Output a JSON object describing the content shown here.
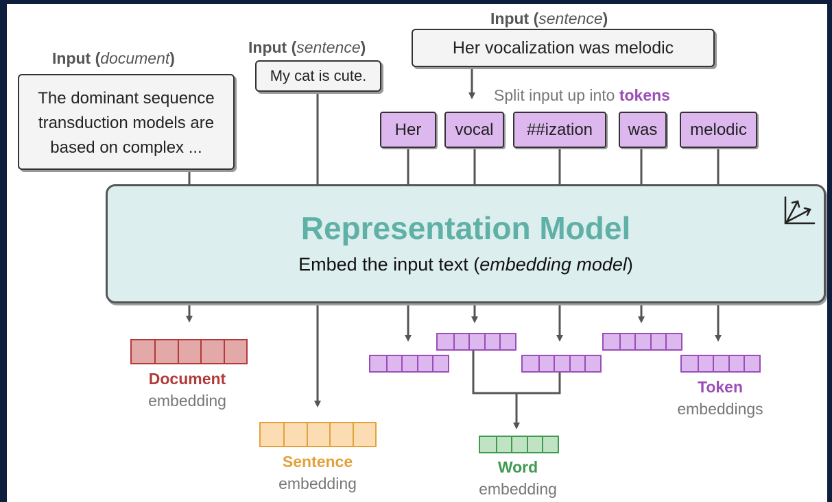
{
  "inputs": {
    "document": {
      "label": "Input",
      "kind": "document",
      "lines": [
        "The dominant sequence",
        "transduction models are",
        "based on complex ..."
      ]
    },
    "sentence": {
      "label": "Input",
      "kind": "sentence",
      "text": "My cat is cute."
    },
    "token_sentence": {
      "label": "Input",
      "kind": "sentence",
      "text": "Her vocalization was melodic"
    }
  },
  "split_caption": {
    "prefix": "Split input up into",
    "highlight": "tokens"
  },
  "tokens": [
    "Her",
    "vocal",
    "##ization",
    "was",
    "melodic"
  ],
  "model": {
    "title": "Representation Model",
    "subtitle_prefix": "Embed the input text (",
    "subtitle_emphasis": "embedding model",
    "subtitle_suffix": ")",
    "icon": "vector-axes-icon"
  },
  "outputs": {
    "document": {
      "title": "Document",
      "subtitle": "embedding",
      "cells": 5,
      "color": "#b33a3a",
      "fill": "#e3a9a9"
    },
    "sentence": {
      "title": "Sentence",
      "subtitle": "embedding",
      "cells": 5,
      "color": "#e3a13c",
      "fill": "#fbdcb3"
    },
    "word": {
      "title": "Word",
      "subtitle": "embedding",
      "cells": 5,
      "color": "#3f9a4f",
      "fill": "#bfe3c3"
    },
    "token": {
      "title": "Token",
      "subtitle": "embeddings",
      "cells": 5,
      "color": "#9b4db8",
      "fill": "#dcb8ee"
    }
  }
}
